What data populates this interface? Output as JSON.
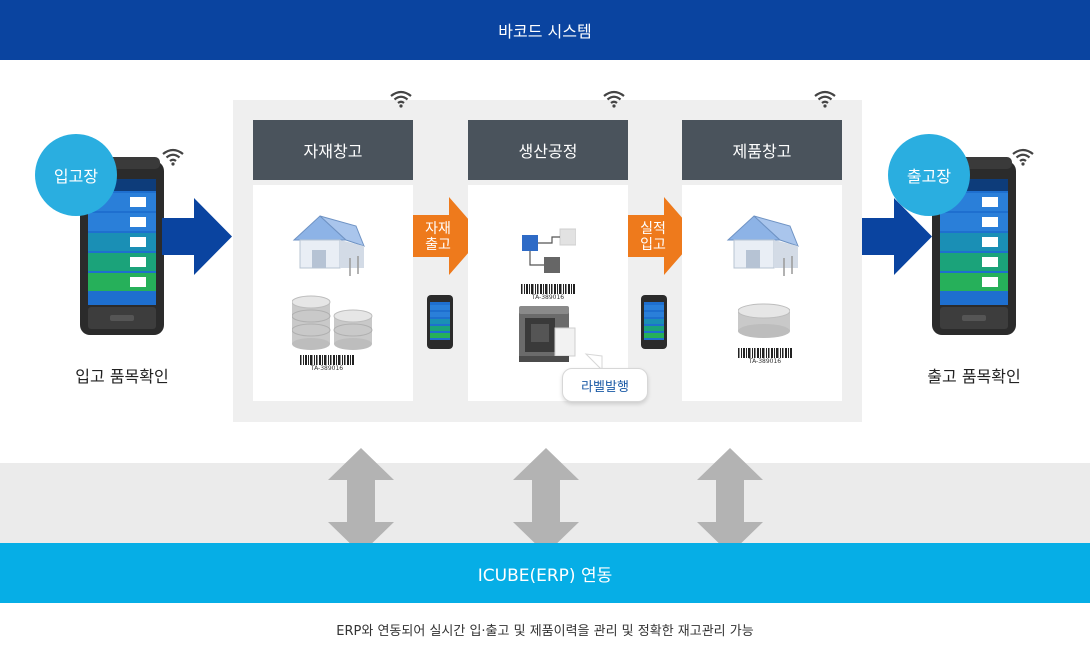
{
  "header": {
    "title": "바코드 시스템"
  },
  "left": {
    "badge": "입고장",
    "caption": "입고 품목확인"
  },
  "right": {
    "badge": "출고장",
    "caption": "출고 품목확인"
  },
  "stations": [
    {
      "title": "자재창고",
      "barcode": "TA-389016"
    },
    {
      "title": "생산공정",
      "barcode": "TA-389016"
    },
    {
      "title": "제품창고",
      "barcode": "TA-389016"
    }
  ],
  "flows": {
    "material_out": [
      "자재",
      "출고"
    ],
    "actual_in": [
      "실적",
      "입고"
    ]
  },
  "label_issue": "라벨발행",
  "erp": {
    "title": "ICUBE(ERP) 연동"
  },
  "footer": {
    "text": "ERP와 연동되어 실시간 입·출고 및 제품이력을 관리 및 정확한 재고관리 가능"
  },
  "colors": {
    "header": "#0a44a0",
    "badge": "#2aaee0",
    "station_head": "#4a535c",
    "orange": "#ee7a1c",
    "erp": "#06aee6",
    "blue_arrow": "#0a44a0"
  },
  "icons": [
    "wifi-icon",
    "handheld-scanner-icon",
    "warehouse-icon",
    "database-icon",
    "barcode-icon",
    "workflow-icon",
    "label-printer-icon",
    "phone-icon"
  ]
}
